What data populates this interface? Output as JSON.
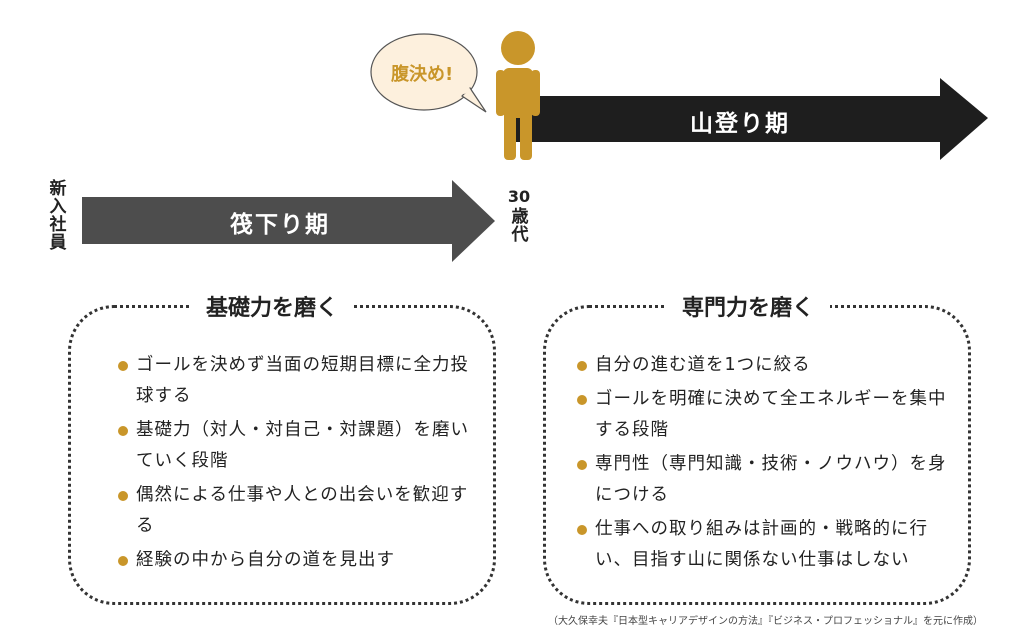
{
  "colors": {
    "accent": "#c9962a",
    "bubble_fill": "#fdf0dd",
    "arrow_upper": "#1e1e1e",
    "arrow_lower": "#4d4d4d"
  },
  "timeline": {
    "start_label": "新入社員",
    "milestone_label_number": "30",
    "milestone_label_unit": "歳代",
    "speech_bubble": "腹決め!",
    "lower_arrow_label": "筏下り期",
    "upper_arrow_label": "山登り期"
  },
  "left_box": {
    "title": "基礎力を磨く",
    "items": [
      "ゴールを決めず当面の短期目標に全力投球する",
      "基礎力（対人・対自己・対課題）を磨いていく段階",
      "偶然による仕事や人との出会いを歓迎する",
      "経験の中から自分の道を見出す"
    ]
  },
  "right_box": {
    "title": "専門力を磨く",
    "items": [
      "自分の進む道を1つに絞る",
      "ゴールを明確に決めて全エネルギーを集中する段階",
      "専門性（専門知識・技術・ノウハウ）を身につける",
      "仕事への取り組みは計画的・戦略的に行い、目指す山に関係ない仕事はしない"
    ]
  },
  "source_note": "（大久保幸夫『日本型キャリアデザインの方法』『ビジネス・プロフェッショナル』を元に作成）"
}
